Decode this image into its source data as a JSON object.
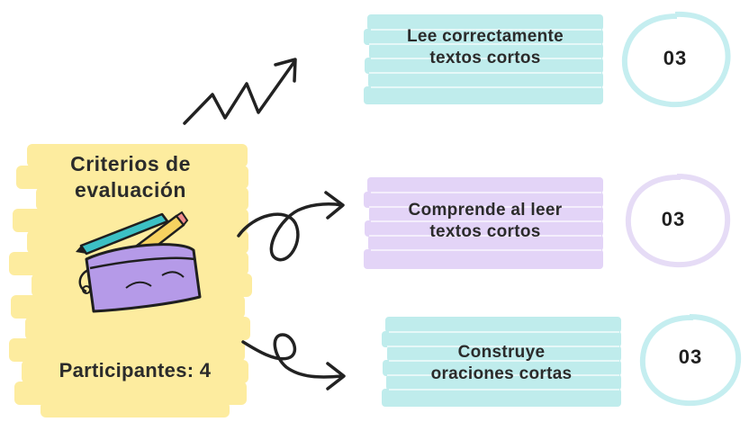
{
  "title": {
    "line1": "Criterios de",
    "line2": "evaluación"
  },
  "participants": "Participantes: 4",
  "criteria": [
    {
      "line1": "Lee correctamente",
      "line2": "textos cortos",
      "score": "03",
      "color": "#bfecec"
    },
    {
      "line1": "Comprende al leer",
      "line2": "textos cortos",
      "score": "03",
      "color": "#e3d4f7"
    },
    {
      "line1": "Construye",
      "line2": "oraciones cortas",
      "score": "03",
      "color": "#bfecec"
    }
  ],
  "colors": {
    "highlight_yellow": "#fdeb9a",
    "teal": "#bfecec",
    "lavender": "#e3d4f7",
    "circle_teal": "#c5eef0",
    "circle_lavender": "#e6dcf6",
    "ink": "#222222"
  },
  "icons": [
    "arrow-zigzag-icon",
    "arrow-loop-icon",
    "pencil-case-icon",
    "pen-icon",
    "pencil-icon"
  ]
}
